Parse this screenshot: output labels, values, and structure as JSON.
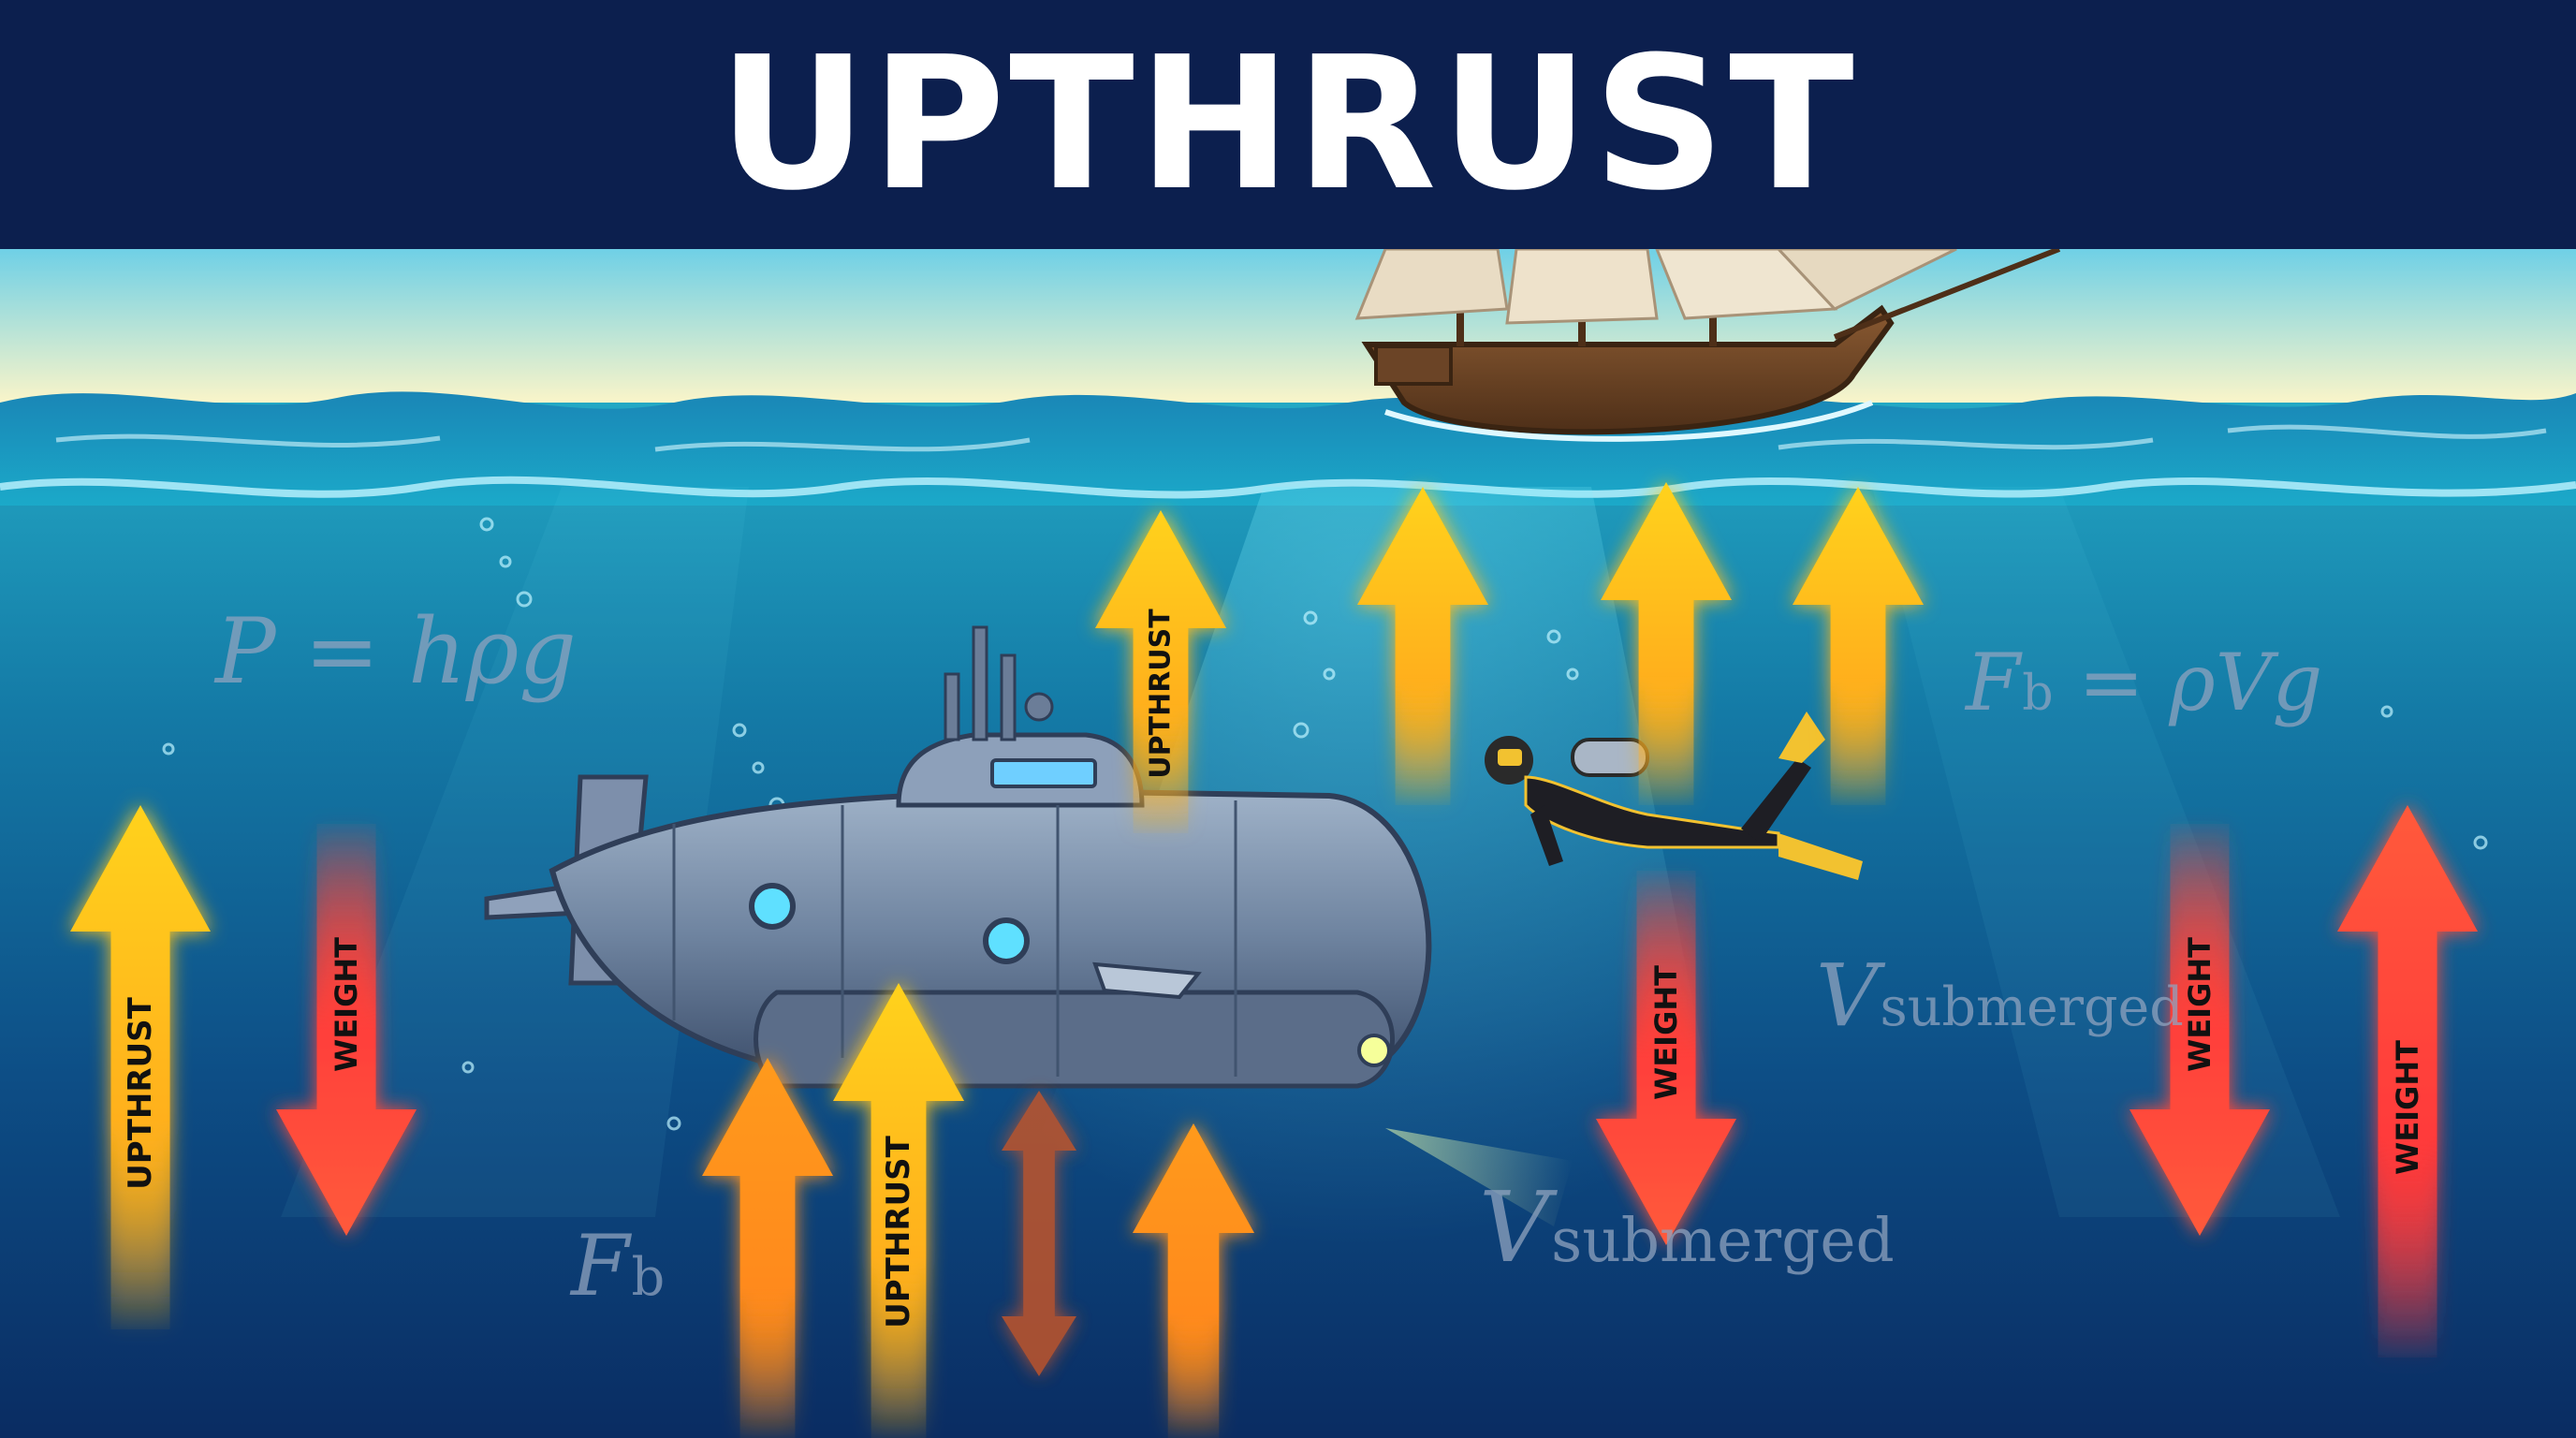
{
  "title": "UPTHRUST",
  "formulas": {
    "pressure": "P = hρg",
    "buoyant_force_lhs": "F",
    "buoyant_force_lhs_sub": "b",
    "buoyant_force_rhs": " = ρVg",
    "fb_symbol": "F",
    "fb_symbol_sub": "b",
    "v_symbol": "V",
    "v_sub": "submerged"
  },
  "arrow_labels": {
    "upthrust": "UPTHRUST",
    "weight": "WEIGHT"
  },
  "colors": {
    "title_bar": "#0c1f4e",
    "upthrust_arrow": "#ffc21a",
    "weight_arrow": "#ff4a3a",
    "formula_text": "#8fa3bf"
  },
  "icons": [
    "sailing-ship-icon",
    "submarine-icon",
    "scuba-diver-icon"
  ]
}
